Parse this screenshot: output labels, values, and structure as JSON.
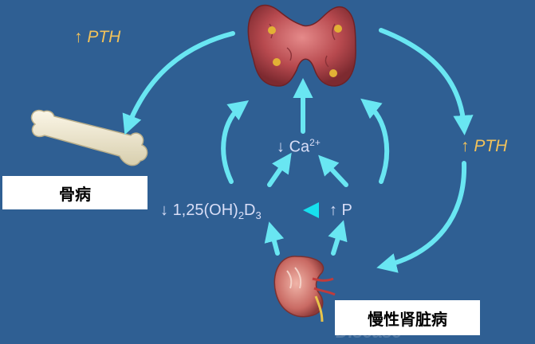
{
  "labels": {
    "pth_left": "↑ PTH",
    "pth_right": "↑ PTH",
    "calcium_arrow": "↓ ",
    "calcium_symbol": "Ca",
    "calcium_charge": "2+",
    "vitd_arrow": "↓ ",
    "vitd_prefix": "1,25(OH)",
    "vitd_sub1": "2",
    "vitd_mid": "D",
    "vitd_sub2": "3",
    "phosphate": "↑ P",
    "bone_box": "骨病",
    "kidney_box": "慢性肾脏病",
    "background_text": "Disease"
  },
  "icons": {
    "thyroid": "parathyroid-gland-icon",
    "bone": "bone-icon",
    "kidney": "kidney-icon",
    "inhibit": "inhibition-triangle-icon"
  },
  "colors": {
    "background": "#2f5f93",
    "arrow": "#69e6f2",
    "pth_text": "#f2c25a",
    "chem_text": "#d9def7",
    "box_bg": "#ffffff"
  }
}
